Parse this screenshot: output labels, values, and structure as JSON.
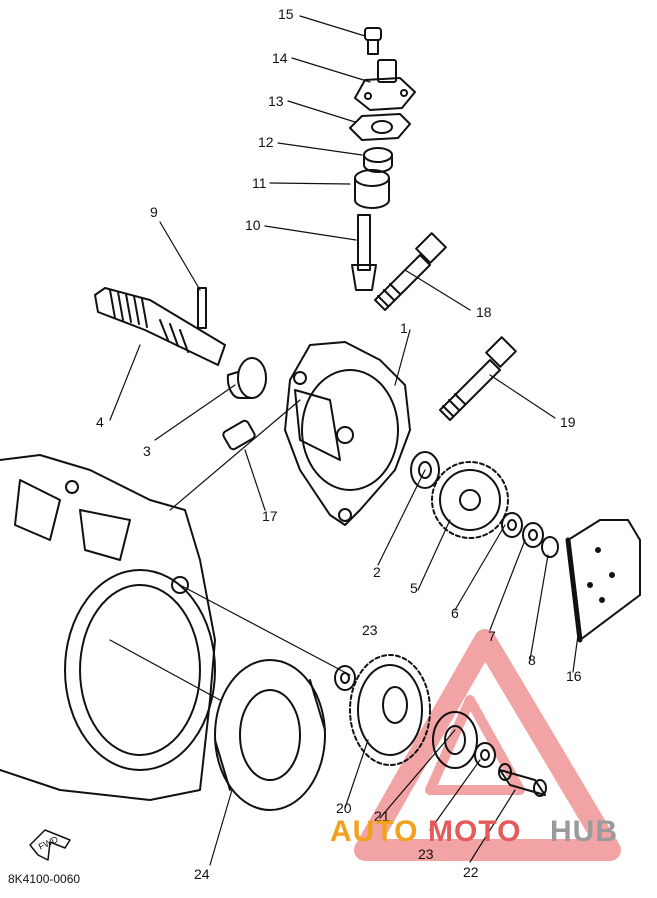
{
  "diagram": {
    "part_code": "8K4100-0060",
    "fwd_label": "FWD",
    "watermark": {
      "part1": "AUTO",
      "part2": "MOTO",
      "part3": "HUB",
      "color_orange": "#f2a21a",
      "color_red": "#e85a5a",
      "color_gray": "#9a9a9a"
    },
    "callouts": [
      {
        "id": "15",
        "text": "15"
      },
      {
        "id": "14",
        "text": "14"
      },
      {
        "id": "13",
        "text": "13"
      },
      {
        "id": "12",
        "text": "12"
      },
      {
        "id": "11",
        "text": "11"
      },
      {
        "id": "10",
        "text": "10"
      },
      {
        "id": "9",
        "text": "9"
      },
      {
        "id": "18",
        "text": "18"
      },
      {
        "id": "1",
        "text": "1"
      },
      {
        "id": "4",
        "text": "4"
      },
      {
        "id": "3",
        "text": "3"
      },
      {
        "id": "19",
        "text": "19"
      },
      {
        "id": "17",
        "text": "17"
      },
      {
        "id": "2",
        "text": "2"
      },
      {
        "id": "5",
        "text": "5"
      },
      {
        "id": "6",
        "text": "6"
      },
      {
        "id": "7",
        "text": "7"
      },
      {
        "id": "8",
        "text": "8"
      },
      {
        "id": "16",
        "text": "16"
      },
      {
        "id": "23a",
        "text": "23"
      },
      {
        "id": "20",
        "text": "20"
      },
      {
        "id": "21",
        "text": "21"
      },
      {
        "id": "23b",
        "text": "23"
      },
      {
        "id": "22",
        "text": "22"
      },
      {
        "id": "24",
        "text": "24"
      }
    ]
  }
}
